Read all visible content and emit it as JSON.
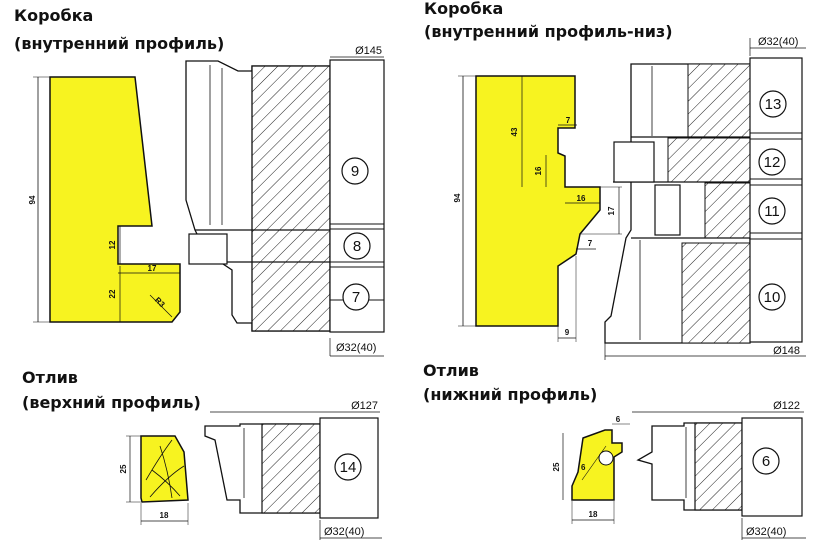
{
  "sections": {
    "box_inner": {
      "title": "Коробка",
      "subtitle": "(внутренний профиль)",
      "diameter_top": "Ø145",
      "diameter_bottom": "Ø32(40)",
      "cutters": [
        "9",
        "8",
        "7"
      ],
      "dims": {
        "height": "94",
        "d12": "12",
        "d17": "17",
        "d22": "22",
        "r3": "R3"
      }
    },
    "box_inner_bottom": {
      "title": "Коробка",
      "subtitle": "(внутренний профиль-низ)",
      "diameter_top": "Ø32(40)",
      "diameter_bottom": "Ø148",
      "cutters": [
        "13",
        "12",
        "11",
        "10"
      ],
      "dims": {
        "height": "94",
        "d43": "43",
        "d7a": "7",
        "d16a": "16",
        "d16b": "16",
        "d17": "17",
        "d7b": "7",
        "d9": "9"
      }
    },
    "sill_top": {
      "title": "Отлив",
      "subtitle": "(верхний профиль)",
      "diameter_top": "Ø127",
      "diameter_bottom": "Ø32(40)",
      "cutters": [
        "14"
      ],
      "dims": {
        "height": "25",
        "width": "18"
      }
    },
    "sill_bottom": {
      "title": "Отлив",
      "subtitle": "(нижний профиль)",
      "diameter_top": "Ø122",
      "diameter_bottom": "Ø32(40)",
      "cutters": [
        "6"
      ],
      "dims": {
        "height": "25",
        "width": "18",
        "d6a": "6",
        "d6b": "6"
      }
    }
  },
  "colors": {
    "profile_fill": "#f7f320",
    "outline": "#111111",
    "background": "#ffffff"
  }
}
